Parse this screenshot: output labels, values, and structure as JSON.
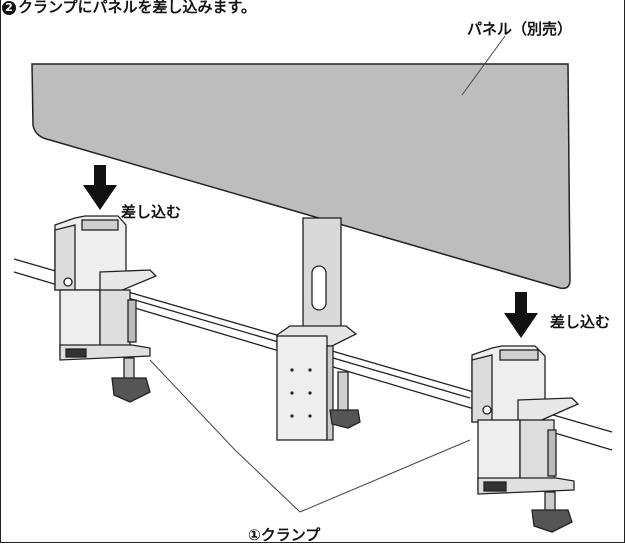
{
  "step": {
    "number": "2",
    "text": "クランプにパネルを差し込みます。"
  },
  "labels": {
    "panel": "パネル（別売）",
    "insert_left": "差し込む",
    "insert_right": "差し込む",
    "clamp": "①クランプ"
  },
  "colors": {
    "panel_fill": "#bdbdbd",
    "line": "#222222",
    "arrow": "#111111"
  }
}
